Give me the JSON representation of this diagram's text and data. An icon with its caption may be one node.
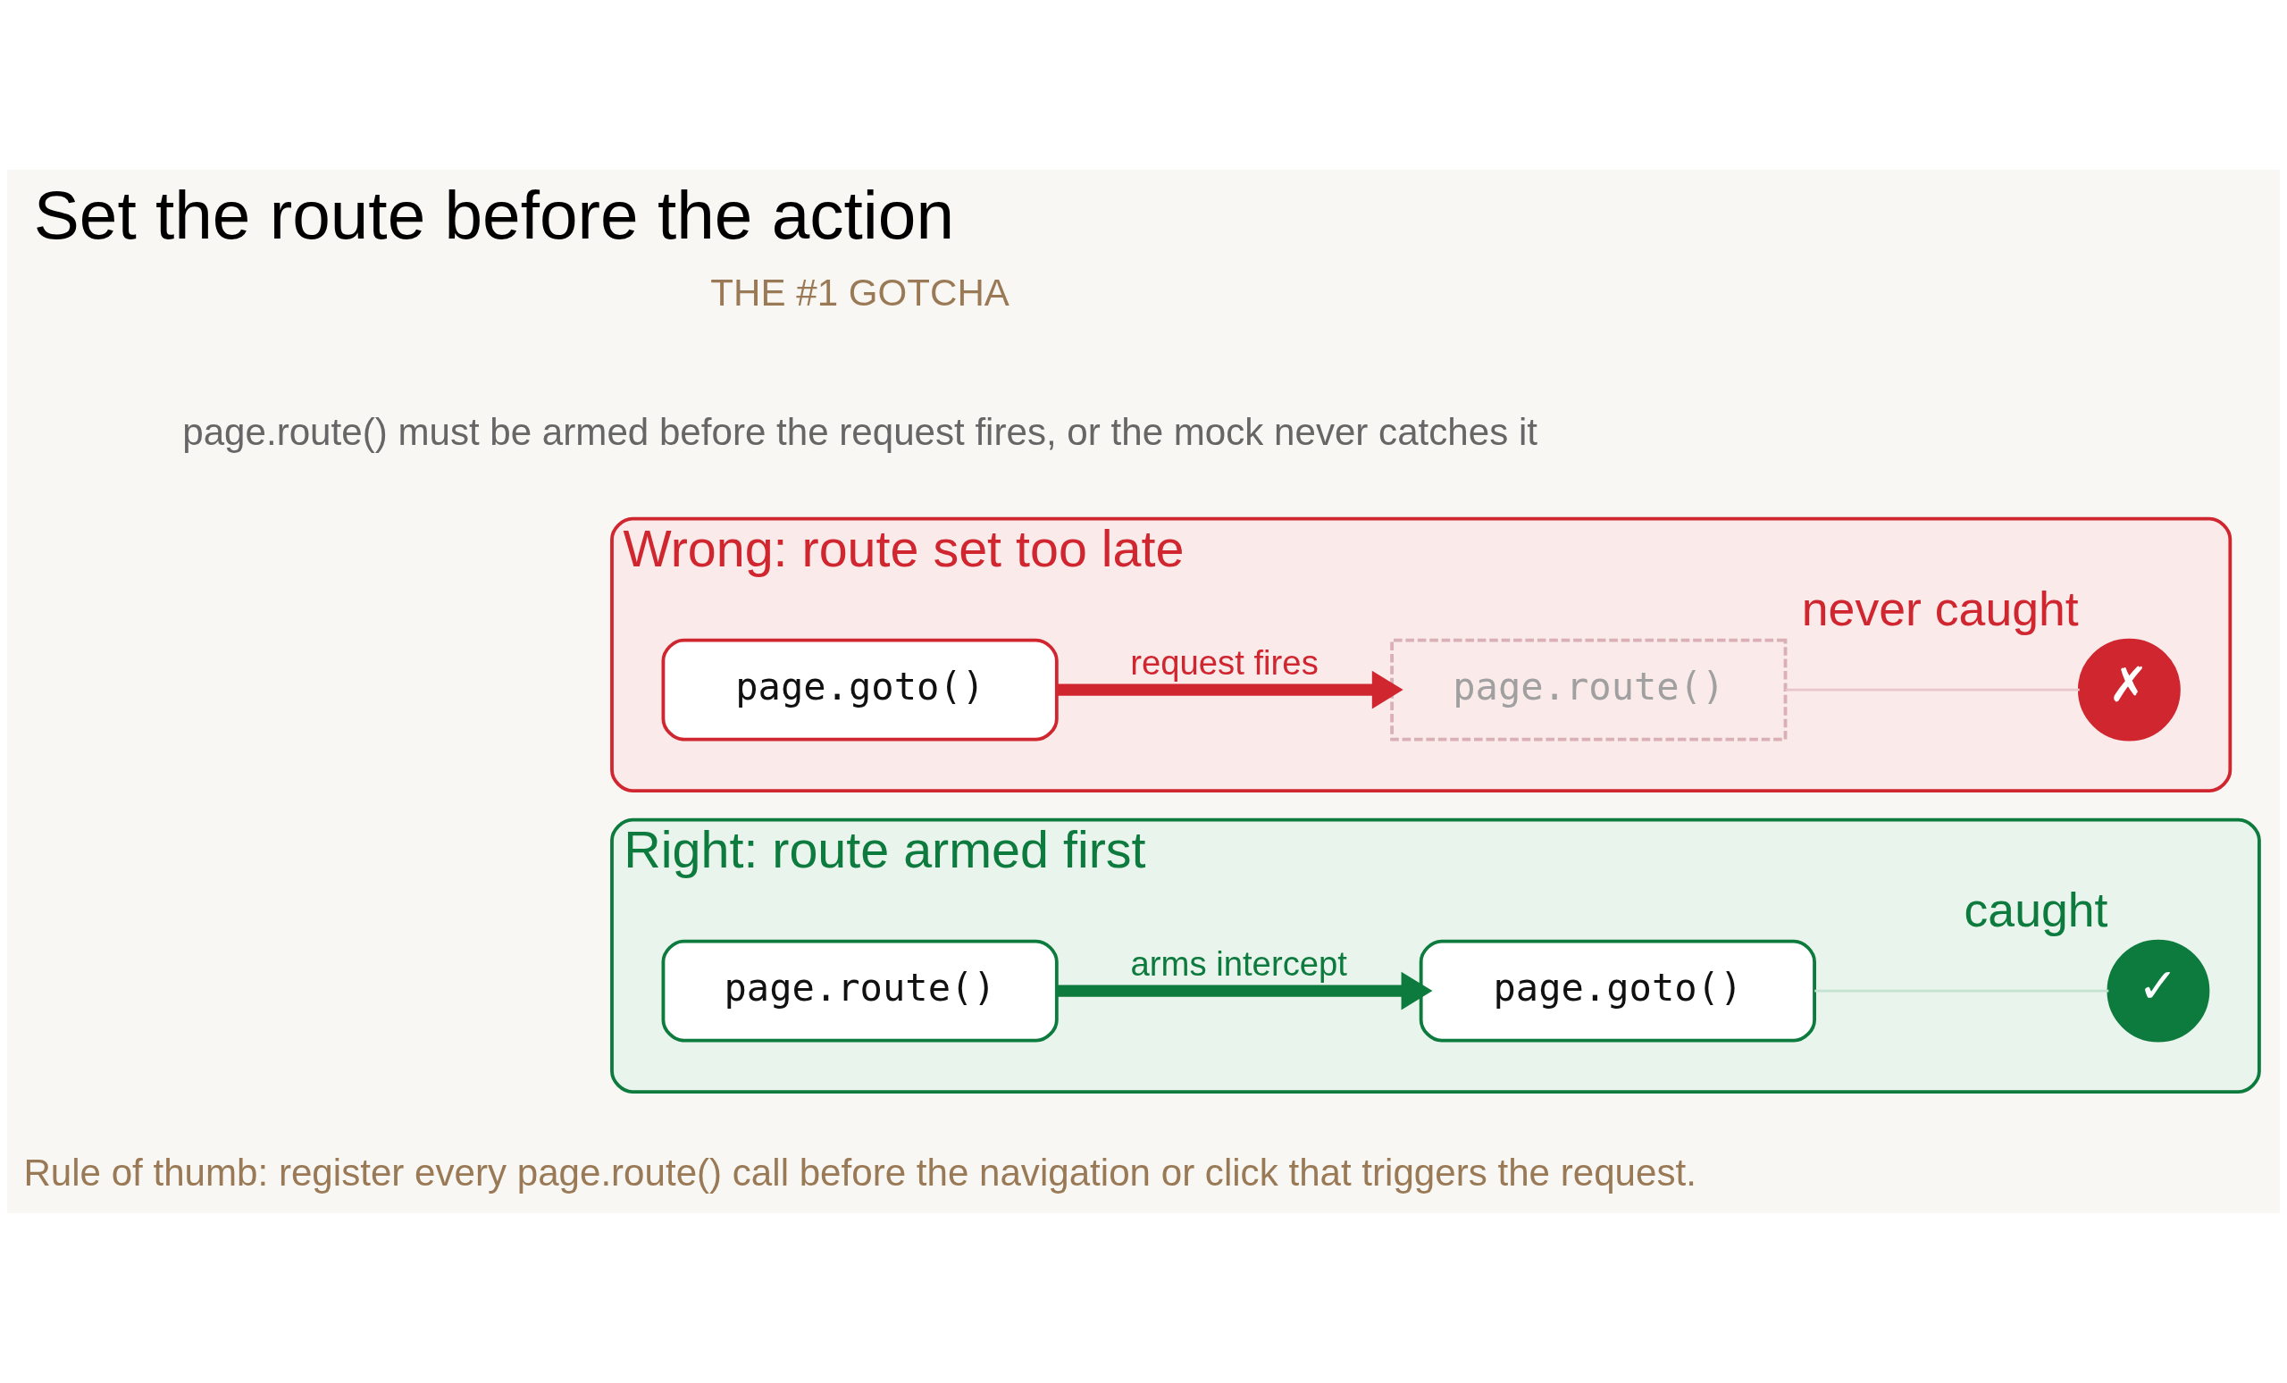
{
  "diagram": {
    "title": "Set the route before the action",
    "nodes": [
      {
        "text": [
          "Wrong: route set too late"
        ]
      },
      {
        "text": [
          "page.goto()"
        ],
        "in": 0
      },
      {
        "text": [
          "page.route()"
        ],
        "in": 0
      },
      {
        "text": [
          "✗"
        ],
        "in": 0,
        "beside": [
          "never caught"
        ]
      },
      {
        "text": [
          "Right: route armed first"
        ]
      },
      {
        "text": [
          "page.route()"
        ],
        "in": 4
      },
      {
        "text": [
          "page.goto()"
        ],
        "in": 4
      },
      {
        "text": [
          "✓"
        ],
        "in": 4,
        "beside": [
          "caught"
        ]
      }
    ],
    "edges": [
      {
        "from": 1,
        "to": 2,
        "arrow": "to",
        "label": "request fires",
        "style": "thick",
        "color": "#d0262f"
      },
      {
        "from": 2,
        "to": 3,
        "arrow": "none",
        "color": "#e8c6ca"
      },
      {
        "from": 5,
        "to": 6,
        "arrow": "to",
        "label": "arms intercept",
        "style": "thick",
        "color": "#0d7a3e"
      },
      {
        "from": 6,
        "to": 7,
        "arrow": "none",
        "color": "#c4e2d0"
      }
    ],
    "labels": [
      "THE #1 GOTCHA",
      "page.route() must be armed before the request fires, or the mock never catches it",
      "Rule of thumb: register every page.route() call before the navigation or click that triggers the request."
    ]
  }
}
